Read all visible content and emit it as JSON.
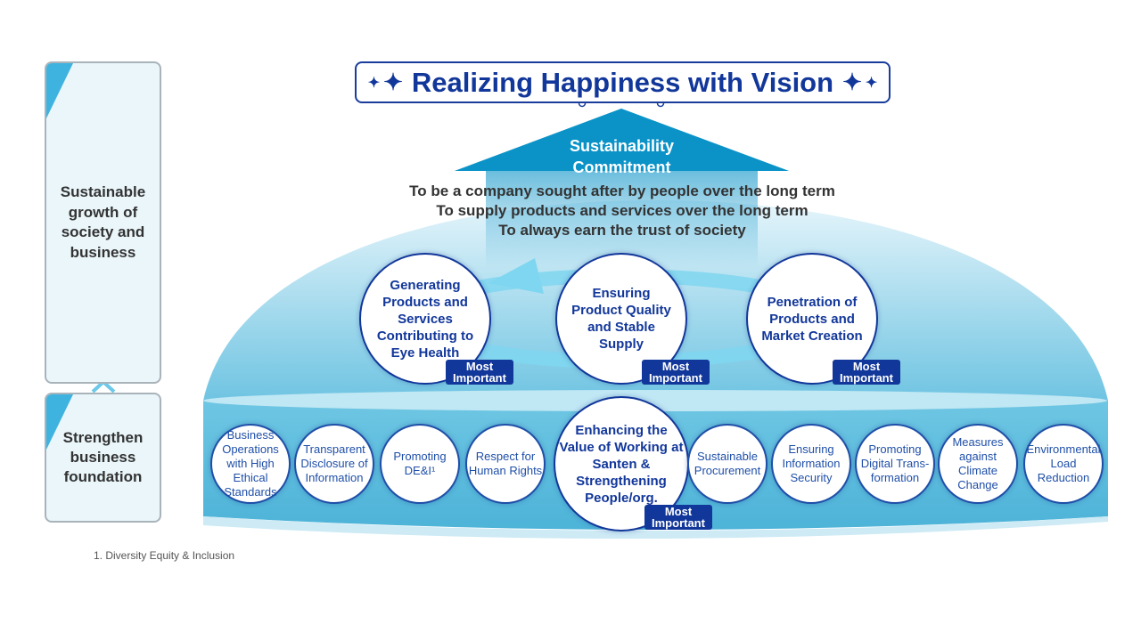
{
  "title": "Realizing Happiness with Vision",
  "left_panel": {
    "top": "Sustainable growth of society and business",
    "bottom": "Strengthen business foundation"
  },
  "arrow": {
    "label_1": "Sustainability",
    "label_2": "Commitment"
  },
  "commitments": [
    "To be a company sought after by people over the long term",
    "To supply products and services over the long term",
    "To always earn the trust of society"
  ],
  "top_circles": [
    {
      "label": "Generating Products and Services Contributing to Eye Health",
      "badge": "Most Important"
    },
    {
      "label": "Ensuring Product Quality and Stable Supply",
      "badge": "Most Important"
    },
    {
      "label": "Penetration of Products and Market Creation",
      "badge": "Most Important"
    }
  ],
  "foundation_circles": [
    {
      "label": "Business Operations with High Ethical Standards"
    },
    {
      "label": "Transparent Disclosure of Information"
    },
    {
      "label": "Promoting DE&I¹"
    },
    {
      "label": "Respect for Human Rights"
    },
    {
      "label": "Enhancing the Value of Working at Santen & Strengthening People/org.",
      "badge": "Most Important"
    },
    {
      "label": "Sustainable Procurement"
    },
    {
      "label": "Ensuring Information Security"
    },
    {
      "label": "Promoting Digital Trans-formation"
    },
    {
      "label": "Measures against Climate Change"
    },
    {
      "label": "Environmental Load Reduction"
    }
  ],
  "footnote": "1. Diversity Equity & Inclusion",
  "colors": {
    "navy": "#12379a",
    "blue": "#0f97c9",
    "band": "#5bbcdc"
  }
}
